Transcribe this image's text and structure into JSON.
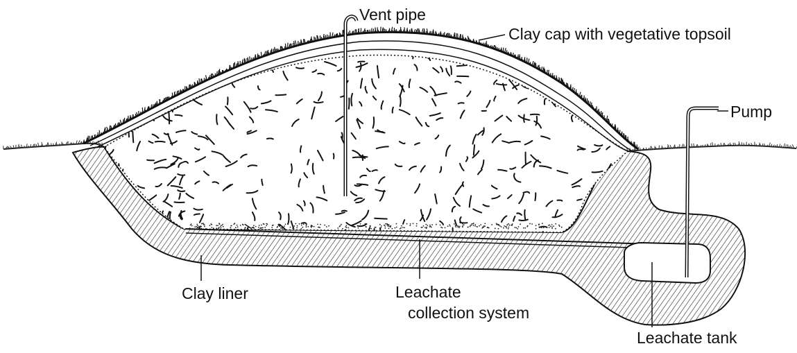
{
  "diagram": {
    "labels": {
      "vent_pipe": "Vent pipe",
      "clay_cap": "Clay cap with vegetative topsoil",
      "pump": "Pump",
      "clay_liner": "Clay liner",
      "leachate_collection_line1": "Leachate",
      "leachate_collection_line2": "collection system",
      "leachate_tank": "Leachate tank"
    },
    "colors": {
      "ink": "#111111",
      "background": "#ffffff"
    }
  }
}
